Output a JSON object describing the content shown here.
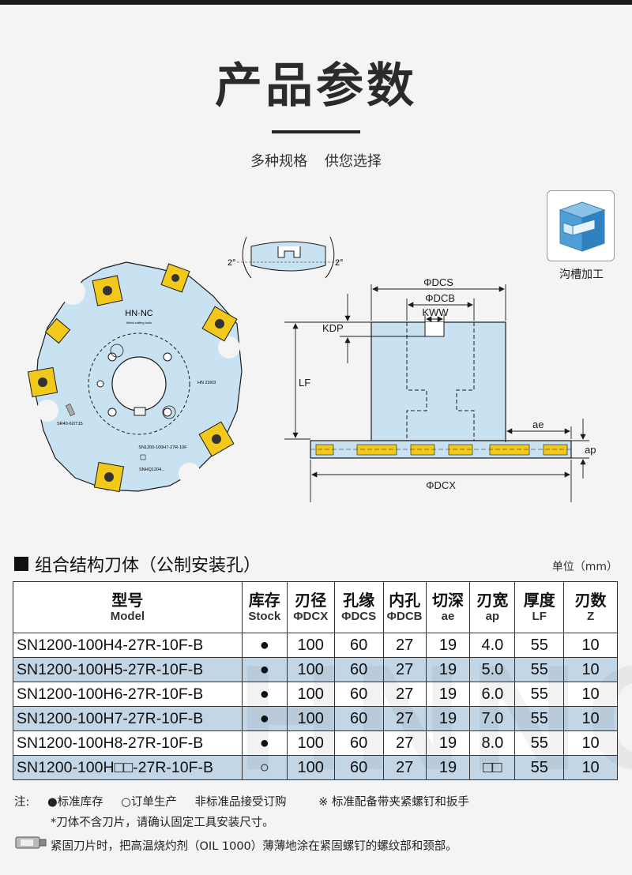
{
  "header": {
    "title": "产品参数",
    "subtitle_parts": [
      "多种规格",
      "供您选择"
    ]
  },
  "diagram": {
    "groove_label": "沟槽加工",
    "tool_brand": "HN·NC",
    "tool_brand_sub": "Metal cutting tools",
    "tool_model_mark": "SN1200-100H7-27R-10F",
    "tool_insert_mark": "SNHQ1204...",
    "tool_screw_mark": "SR40-62/T15",
    "tool_date_mark": "HN 23/03",
    "angle_left": "2°",
    "angle_right": "2°",
    "dim_labels": {
      "dcs": "ΦDCS",
      "dcb": "ΦDCB",
      "kww": "KWW",
      "kdp": "KDP",
      "lf": "LF",
      "ae": "ae",
      "ap": "ap",
      "dcx": "ΦDCX"
    },
    "colors": {
      "body": "#c9e2f2",
      "insert": "#f2c81b",
      "line": "#1a1a1a"
    }
  },
  "section": {
    "title": "组合结构刀体（公制安装孔）",
    "unit": "单位（mm）"
  },
  "table": {
    "columns": [
      {
        "cn": "型号",
        "en": "Model"
      },
      {
        "cn": "库存",
        "en": "Stock"
      },
      {
        "cn": "刃径",
        "en": "ΦDCX"
      },
      {
        "cn": "孔缘",
        "en": "ΦDCS"
      },
      {
        "cn": "内孔",
        "en": "ΦDCB"
      },
      {
        "cn": "切深",
        "en": "ae"
      },
      {
        "cn": "刃宽",
        "en": "ap"
      },
      {
        "cn": "厚度",
        "en": "LF"
      },
      {
        "cn": "刃数",
        "en": "Z"
      }
    ],
    "rows": [
      [
        "SN1200-100H4-27R-10F-B",
        "●",
        "100",
        "60",
        "27",
        "19",
        "4.0",
        "55",
        "10"
      ],
      [
        "SN1200-100H5-27R-10F-B",
        "●",
        "100",
        "60",
        "27",
        "19",
        "5.0",
        "55",
        "10"
      ],
      [
        "SN1200-100H6-27R-10F-B",
        "●",
        "100",
        "60",
        "27",
        "19",
        "6.0",
        "55",
        "10"
      ],
      [
        "SN1200-100H7-27R-10F-B",
        "●",
        "100",
        "60",
        "27",
        "19",
        "7.0",
        "55",
        "10"
      ],
      [
        "SN1200-100H8-27R-10F-B",
        "●",
        "100",
        "60",
        "27",
        "19",
        "8.0",
        "55",
        "10"
      ],
      [
        "SN1200-100H□□-27R-10F-B",
        "○",
        "100",
        "60",
        "27",
        "19",
        "□□",
        "55",
        "10"
      ]
    ],
    "watermark": "HNNC"
  },
  "notes": {
    "prefix": "注:",
    "standard": "●标准库存",
    "order": "○订单生产",
    "nonstandard": "非标准品接受订购",
    "accessory": "※ 标准配备带夹紧螺钉和扳手",
    "line2": "*刀体不含刀片，请确认固定工具安装尺寸。",
    "line3": "紧固刀片时，把高温烧灼剂（OIL 1000）薄薄地涂在紧固螺钉的螺纹部和颈部。",
    "icon": "oil-tube-icon"
  }
}
